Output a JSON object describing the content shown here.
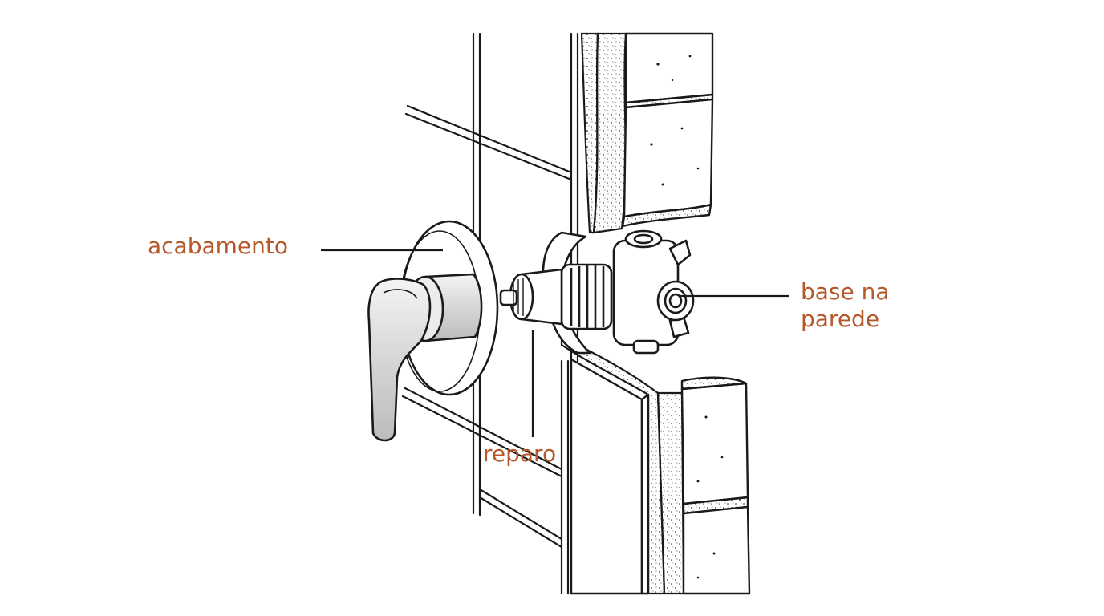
{
  "diagram": {
    "labels": {
      "acabamento": "acabamento",
      "reparo": "reparo",
      "base_line1": "base na",
      "base_line2": "parede"
    },
    "colors": {
      "label": "#b5592b",
      "ink": "#1a1a1a",
      "chrome_shade": "#d9d9d9",
      "background": "#ffffff"
    }
  }
}
